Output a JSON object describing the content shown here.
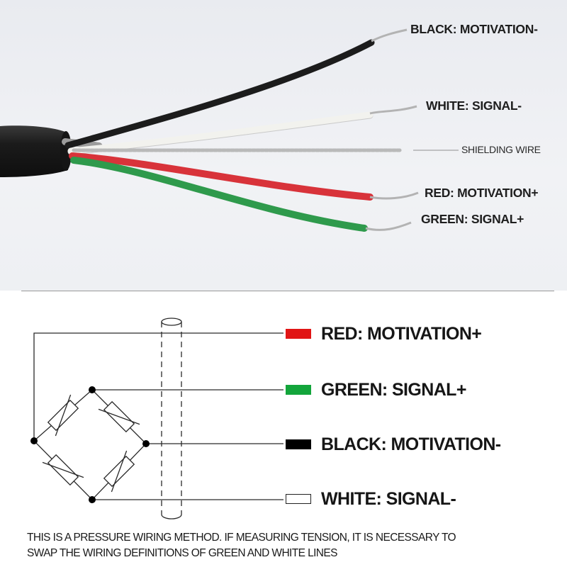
{
  "photo": {
    "labels": {
      "black": "BLACK: MOTIVATION-",
      "white": "WHITE: SIGNAL-",
      "shield": "SHIELDING WIRE",
      "red": "RED: MOTIVATION+",
      "green": "GREEN: SIGNAL+"
    },
    "wire_colors": {
      "black": "#1c1c1c",
      "white": "#f2f2ee",
      "shield": "#b9b9b9",
      "red": "#d8333a",
      "green": "#2f9a4c",
      "jacket": "#1b1b1b"
    }
  },
  "diagram": {
    "wires": [
      {
        "key": "red",
        "label": "RED: MOTIVATION+",
        "color": "#e11515"
      },
      {
        "key": "green",
        "label": "GREEN: SIGNAL+",
        "color": "#13a53b"
      },
      {
        "key": "black",
        "label": "BLACK: MOTIVATION-",
        "color": "#000000"
      },
      {
        "key": "white",
        "label": "WHITE: SIGNAL-",
        "color": "#ffffff"
      }
    ],
    "bridge_element": "wheatstone-bridge-strain-gauges"
  },
  "note": {
    "line1": "THIS IS A PRESSURE WIRING METHOD. IF MEASURING TENSION, IT IS NECESSARY TO",
    "line2": "SWAP THE WIRING DEFINITIONS OF GREEN AND WHITE LINES"
  }
}
